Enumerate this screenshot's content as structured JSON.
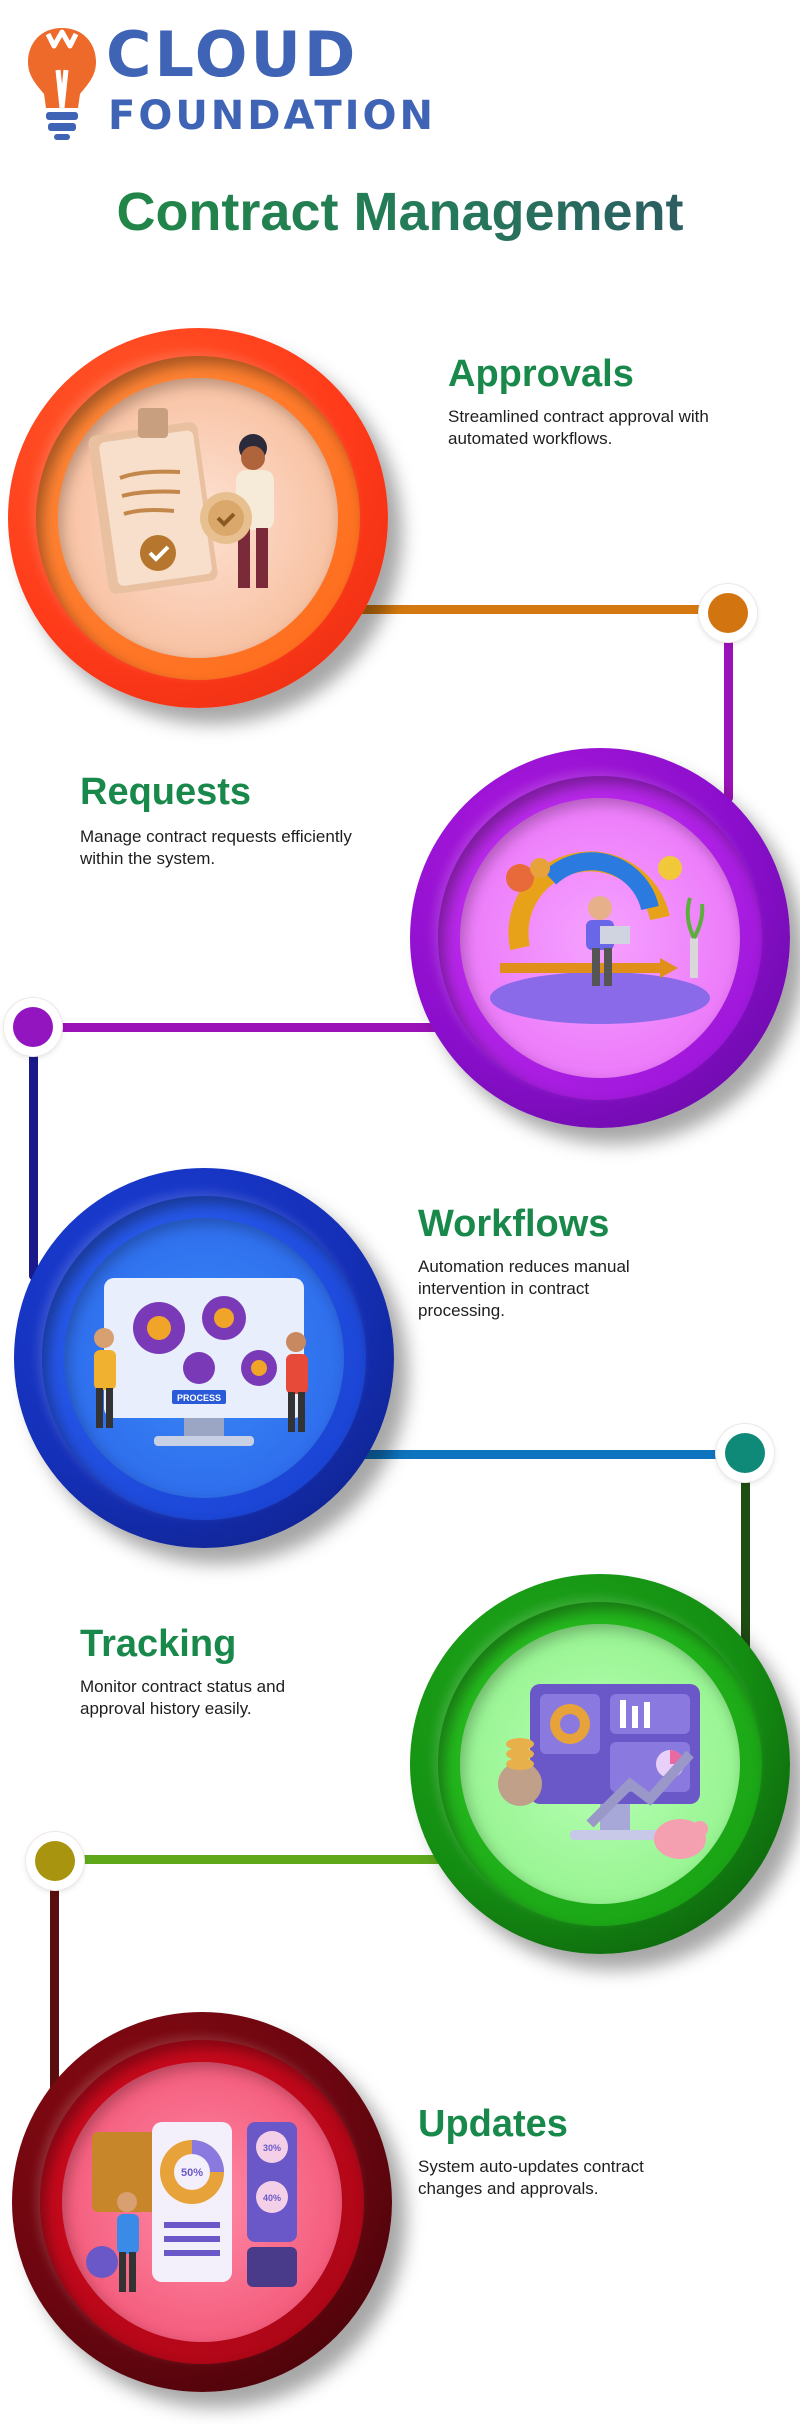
{
  "brand": {
    "line1": "CLOUD",
    "line2": "FOUNDATION"
  },
  "page": {
    "title": "Contract Management"
  },
  "sections": [
    {
      "title": "Approvals",
      "description": "Streamlined contract approval with automated workflows.",
      "color": "#ff6a00",
      "illustration": "approval-document-icon"
    },
    {
      "title": "Requests",
      "description": "Manage contract requests efficiently within the system.",
      "color": "#a012d6",
      "illustration": "workflow-loop-icon"
    },
    {
      "title": "Workflows",
      "description": "Automation reduces manual intervention in contract processing.",
      "color": "#1f4ee0",
      "illustration": "process-gears-icon",
      "screen_label": "PROCESS"
    },
    {
      "title": "Tracking",
      "description": "Monitor contract status and approval history easily.",
      "color": "#22b81a",
      "illustration": "analytics-dashboard-icon"
    },
    {
      "title": "Updates",
      "description": "System auto-updates contract changes and approvals.",
      "color": "#c0001a",
      "illustration": "report-dashboard-icon",
      "labels": [
        "50%",
        "30%",
        "40%"
      ]
    }
  ],
  "connector_colors": [
    "#d4790f",
    "#9b12b8",
    "#1a1a8a",
    "#0f74bf",
    "#0e8a7a",
    "#1f4d12",
    "#5fa81a",
    "#a89414",
    "#5a0e0e"
  ]
}
